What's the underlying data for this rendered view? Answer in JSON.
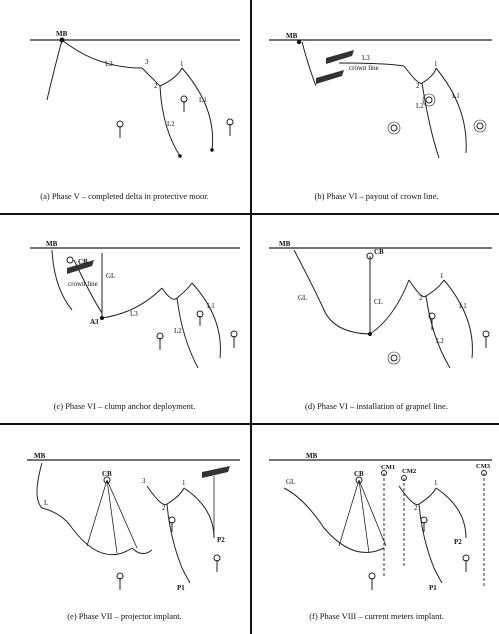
{
  "figure": {
    "panels": [
      {
        "id": "a",
        "caption": "(a) Phase V – completed delta in protective moor.",
        "labels": {
          "mb": "MB",
          "l3": "L3",
          "n3": "3",
          "n1": "1",
          "n2": "2",
          "l1": "L1",
          "l2": "L2"
        }
      },
      {
        "id": "b",
        "caption": "(b) Phase VI – payout of crown line.",
        "labels": {
          "mb": "MB",
          "l3": "L3",
          "crown": "crown line",
          "n1": "1",
          "n2": "2",
          "l1": "L1",
          "l2": "L2"
        }
      },
      {
        "id": "c",
        "caption": "(c) Phase VI – clump anchor deployment.",
        "labels": {
          "mb": "MB",
          "cb": "CB",
          "gl": "GL",
          "crown": "crown line",
          "a3": "A3",
          "l3": "L3",
          "l1": "L1",
          "l2": "L2"
        }
      },
      {
        "id": "d",
        "caption": "(d) Phase VI – installation of grapnel line.",
        "labels": {
          "mb": "MB",
          "cb": "CB",
          "gl": "GL",
          "cl": "CL",
          "n1": "1",
          "n2": "2",
          "l1": "L1",
          "l2": "L2"
        }
      },
      {
        "id": "e",
        "caption": "(e) Phase VII – projector implant.",
        "labels": {
          "mb": "MB",
          "cb": "CB",
          "l": "L",
          "n3": "3",
          "n1": "1",
          "n2": "2",
          "p2": "P2",
          "p1": "P1"
        }
      },
      {
        "id": "f",
        "caption": "(f) Phase VIII – current meters implant.",
        "labels": {
          "mb": "MB",
          "cb": "CB",
          "cm1": "CM1",
          "cm2": "CM2",
          "cm3": "CM3",
          "gl": "GL",
          "n1": "1",
          "n2": "2",
          "p2": "P2",
          "p1": "P1"
        }
      }
    ]
  }
}
